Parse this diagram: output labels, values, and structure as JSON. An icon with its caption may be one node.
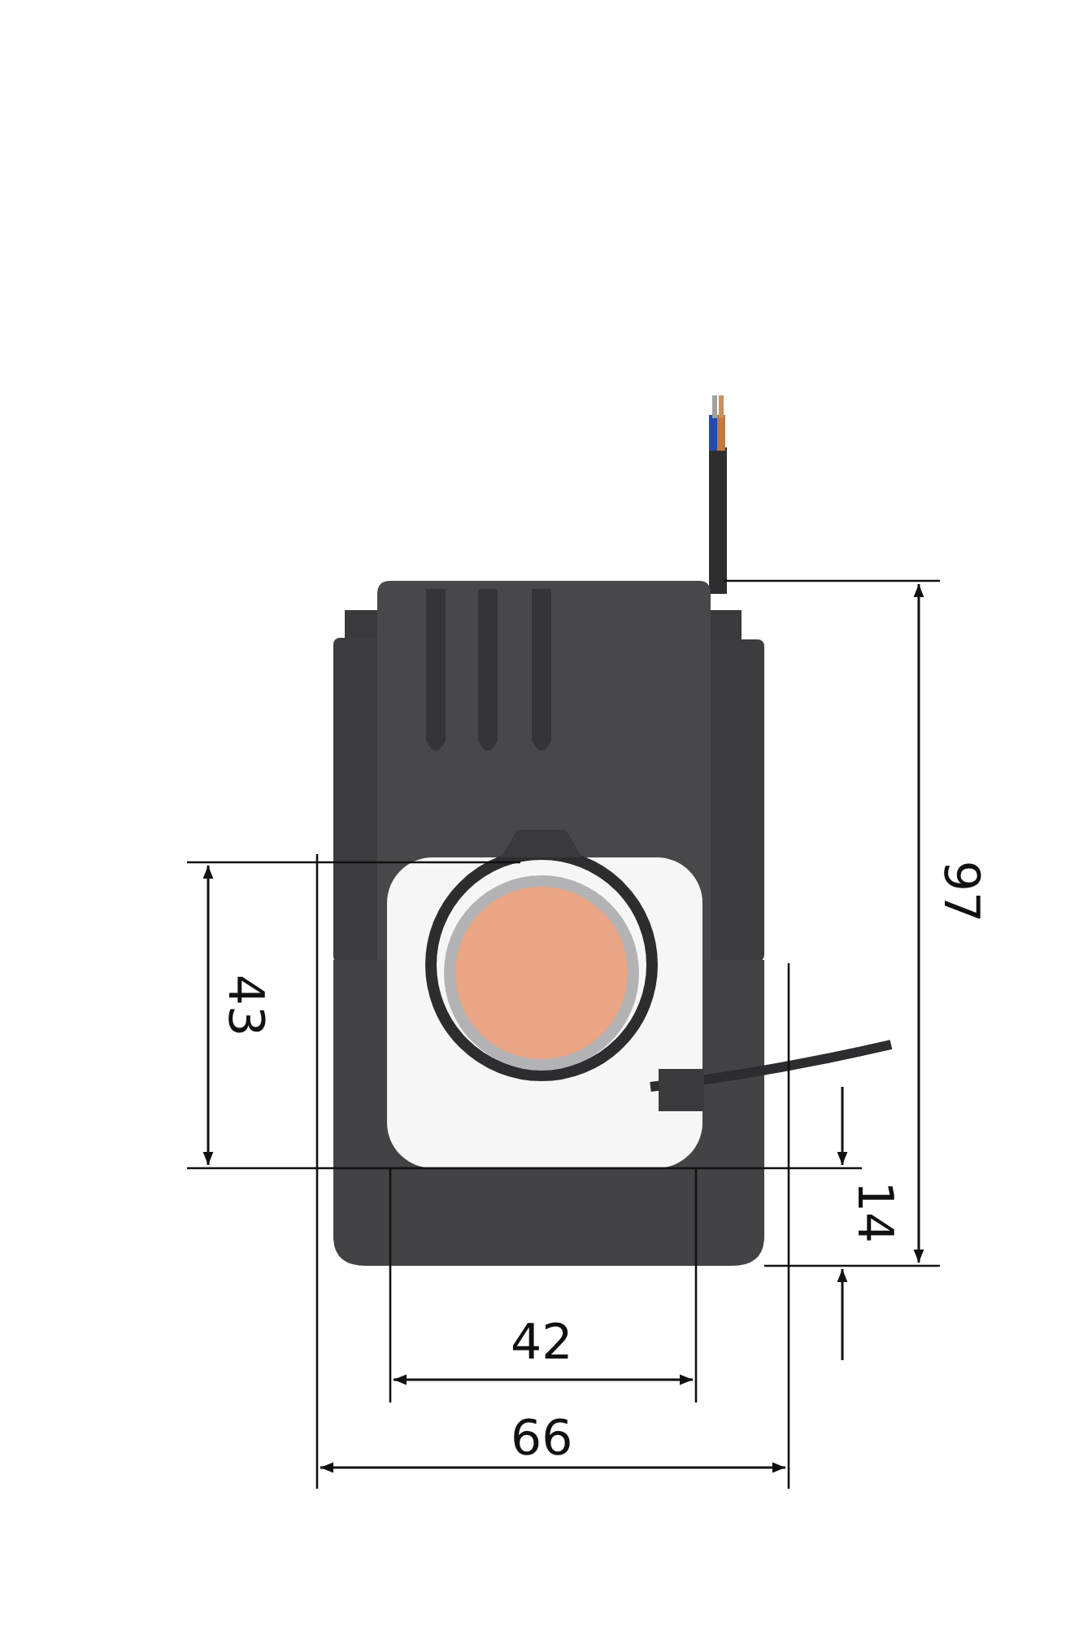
{
  "diagram": {
    "labels": [
      "97",
      "43",
      "14",
      "42",
      "66"
    ]
  }
}
